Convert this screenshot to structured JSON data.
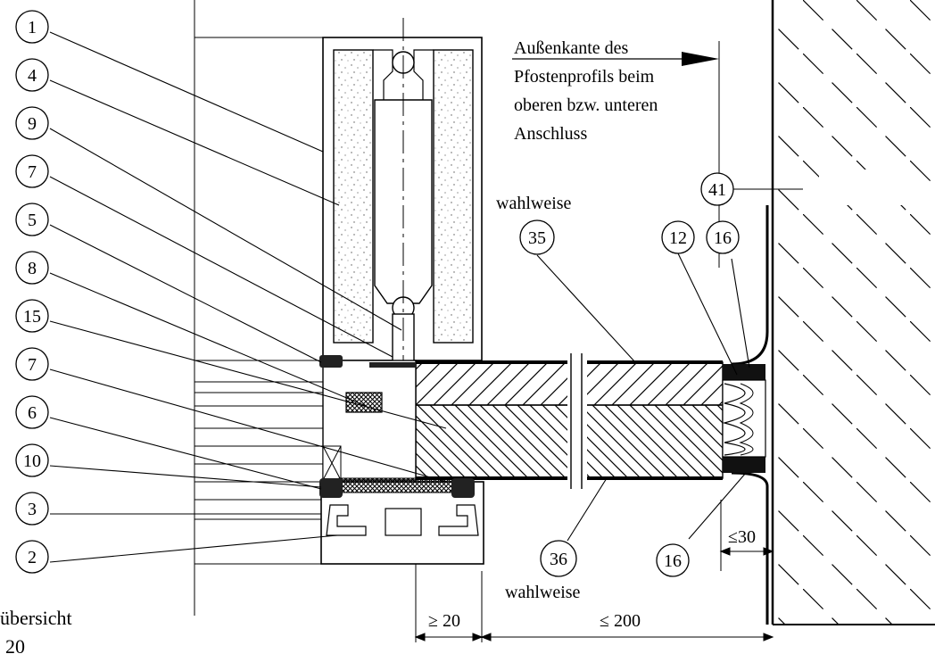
{
  "callouts": {
    "c1": "1",
    "c4": "4",
    "c9": "9",
    "c7a": "7",
    "c5": "5",
    "c8": "8",
    "c15": "15",
    "c7b": "7",
    "c6": "6",
    "c10": "10",
    "c3": "3",
    "c2": "2",
    "c41": "41",
    "c35": "35",
    "c12": "12",
    "c16a": "16",
    "c36": "36",
    "c16b": "16"
  },
  "notes": {
    "edge_line1": "Außenkante des",
    "edge_line2": "Pfostenprofils beim",
    "edge_line3": "oberen bzw. unteren",
    "edge_line4": "Anschluss",
    "optional_top": "wahlweise",
    "optional_bottom": "wahlweise"
  },
  "dimensions": {
    "d_ge20": "≥ 20",
    "d_le200": "≤ 200",
    "d_le30": "≤30"
  },
  "fragments": {
    "overview": "übersicht",
    "scale": "20"
  }
}
